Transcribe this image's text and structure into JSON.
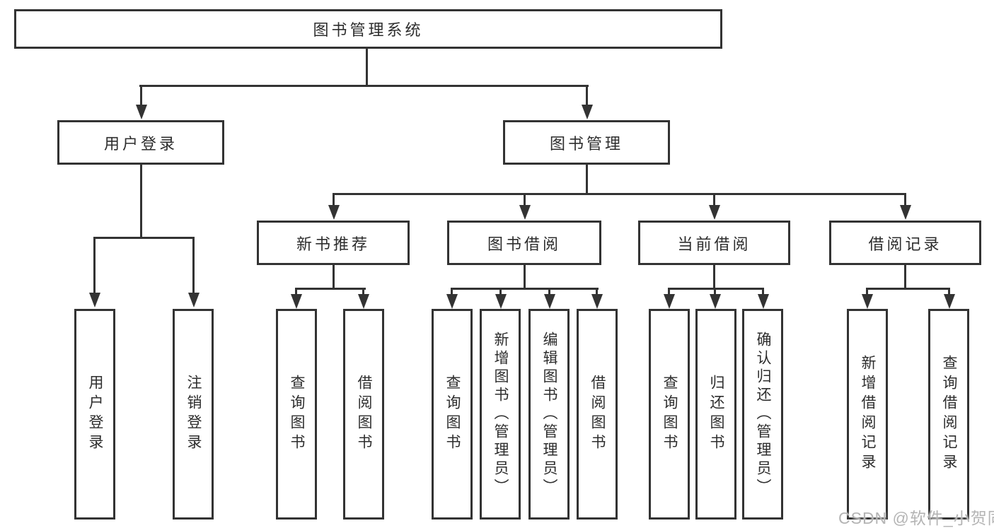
{
  "tree": {
    "label": "图书管理系统",
    "children": [
      {
        "label": "用户登录",
        "children": [
          {
            "label": "用户登录"
          },
          {
            "label": "注销登录"
          }
        ]
      },
      {
        "label": "图书管理",
        "children": [
          {
            "label": "新书推荐",
            "children": [
              {
                "label": "查询图书"
              },
              {
                "label": "借阅图书"
              }
            ]
          },
          {
            "label": "图书借阅",
            "children": [
              {
                "label": "查询图书"
              },
              {
                "label": "新增图书（管理员）"
              },
              {
                "label": "编辑图书（管理员）"
              },
              {
                "label": "借阅图书"
              }
            ]
          },
          {
            "label": "当前借阅",
            "children": [
              {
                "label": "查询图书"
              },
              {
                "label": "归还图书"
              },
              {
                "label": "确认归还（管理员）"
              }
            ]
          },
          {
            "label": "借阅记录",
            "children": [
              {
                "label": "新增借阅记录"
              },
              {
                "label": "查询借阅记录"
              }
            ]
          }
        ]
      }
    ]
  },
  "watermark": "CSDN @软件_小贺同学",
  "colors": {
    "line": "#333333",
    "text": "#2d2d2d",
    "background": "#ffffff",
    "watermark": "#b4b4b4"
  }
}
